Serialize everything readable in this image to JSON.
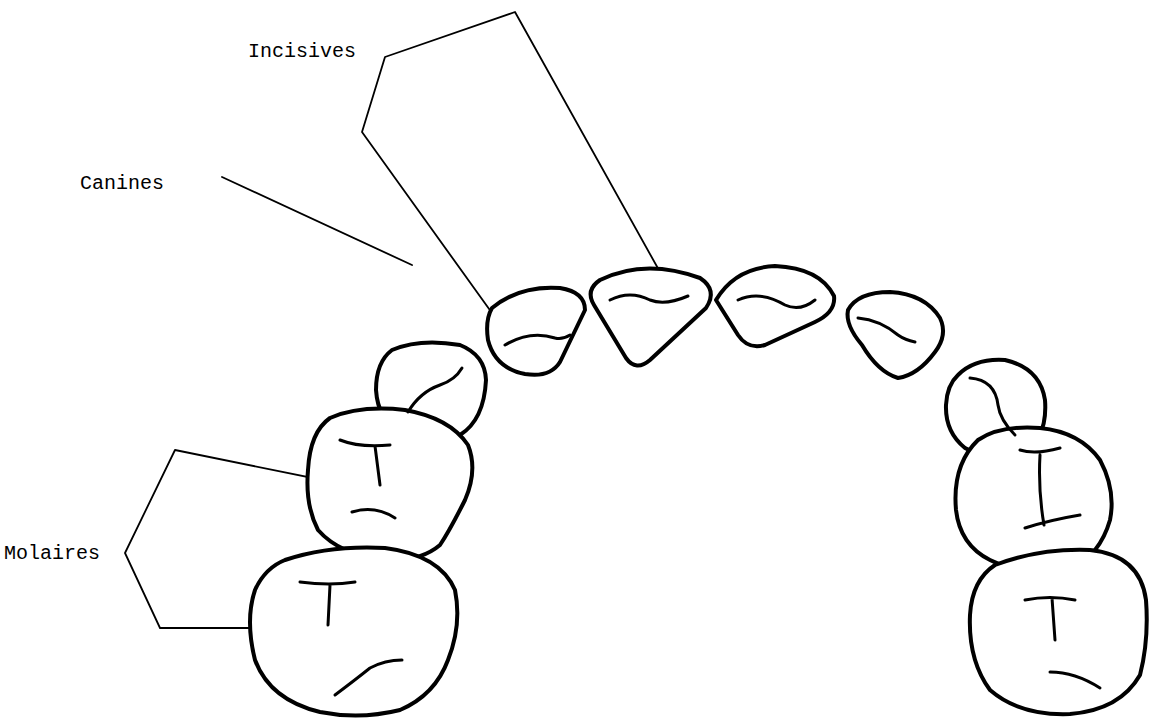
{
  "diagram": {
    "labels": [
      "Incisives",
      "Canines",
      "Molaires"
    ]
  }
}
